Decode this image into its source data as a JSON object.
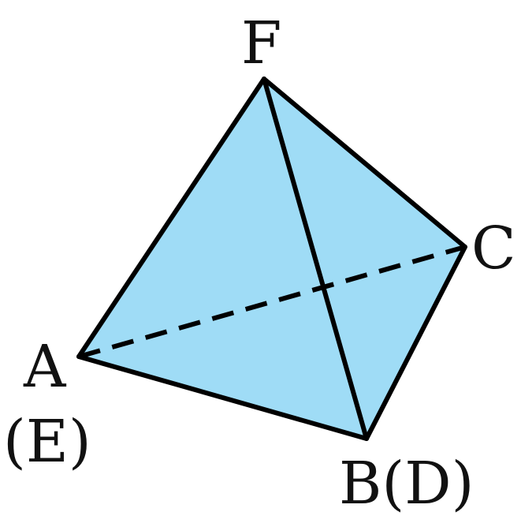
{
  "diagram": {
    "fill_color": "#9fdcf6",
    "stroke_color": "#000000",
    "vertices": {
      "F": {
        "label": "F"
      },
      "C": {
        "label": "C"
      },
      "A": {
        "label": "A",
        "sublabel": "(E)"
      },
      "B": {
        "label": "B(D)"
      }
    },
    "edges": [
      {
        "from": "F",
        "to": "A",
        "style": "solid"
      },
      {
        "from": "F",
        "to": "B",
        "style": "solid"
      },
      {
        "from": "F",
        "to": "C",
        "style": "solid"
      },
      {
        "from": "A",
        "to": "B",
        "style": "solid"
      },
      {
        "from": "B",
        "to": "C",
        "style": "solid"
      },
      {
        "from": "A",
        "to": "C",
        "style": "dashed"
      }
    ]
  }
}
